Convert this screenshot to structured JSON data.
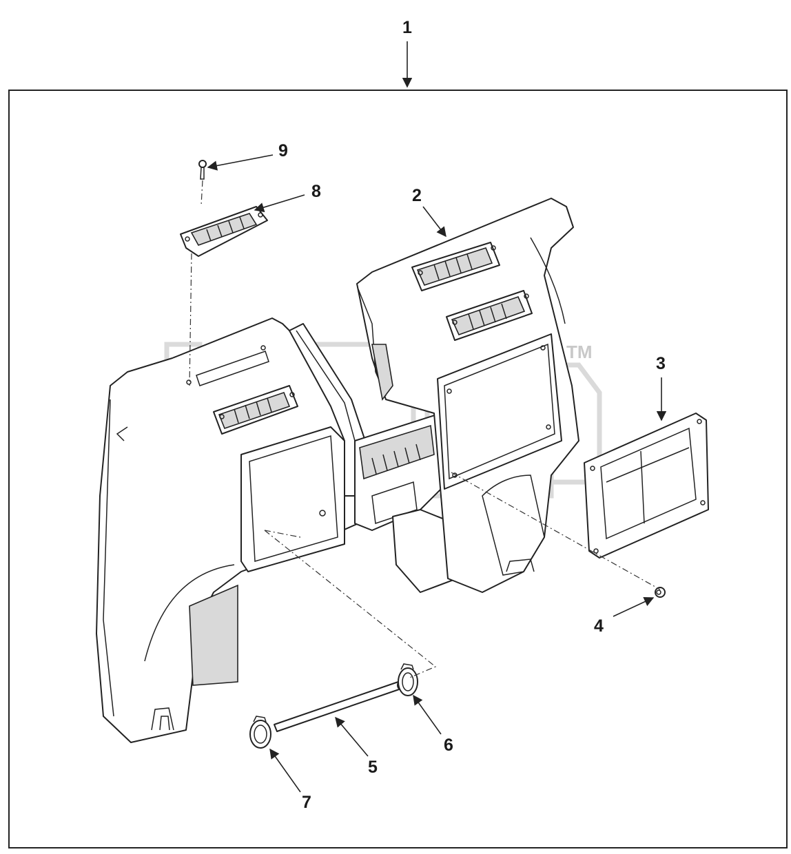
{
  "diagram": {
    "callouts": {
      "c1": "1",
      "c2": "2",
      "c3": "3",
      "c4": "4",
      "c5": "5",
      "c6": "6",
      "c7": "7",
      "c8": "8",
      "c9": "9"
    },
    "watermark_mark": "TM"
  }
}
